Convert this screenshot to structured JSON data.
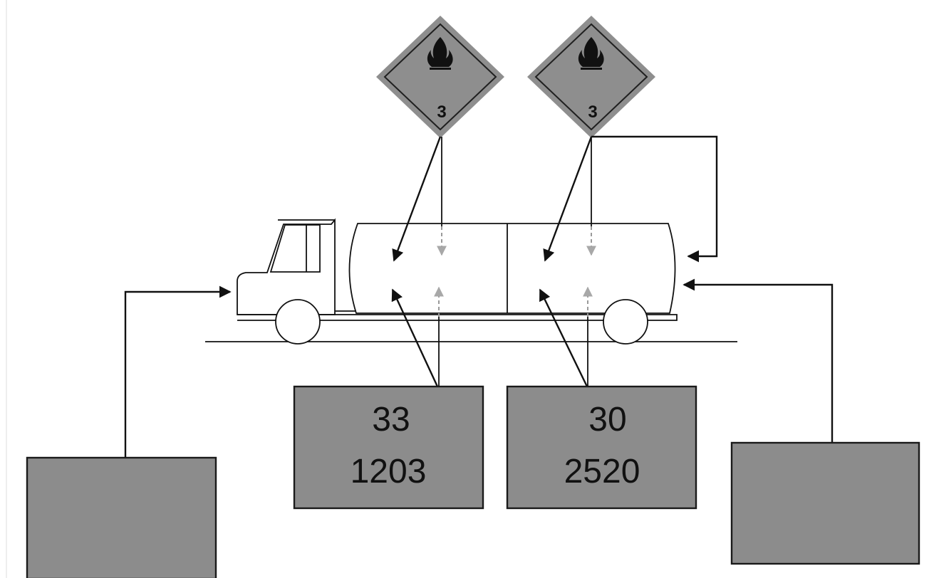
{
  "placards": [
    {
      "class_number": "3",
      "symbol": "flame-icon"
    },
    {
      "class_number": "3",
      "symbol": "flame-icon"
    }
  ],
  "orange_plates": [
    {
      "hazard_id": "33",
      "un_number": "1203"
    },
    {
      "hazard_id": "30",
      "un_number": "2520"
    }
  ],
  "side_plates": [
    {
      "label": ""
    },
    {
      "label": ""
    }
  ],
  "colors": {
    "placard_fill": "#8e8e8e",
    "plate_fill": "#8c8c8c",
    "line": "#111111",
    "dashed_arrow": "#9a9a9a"
  }
}
